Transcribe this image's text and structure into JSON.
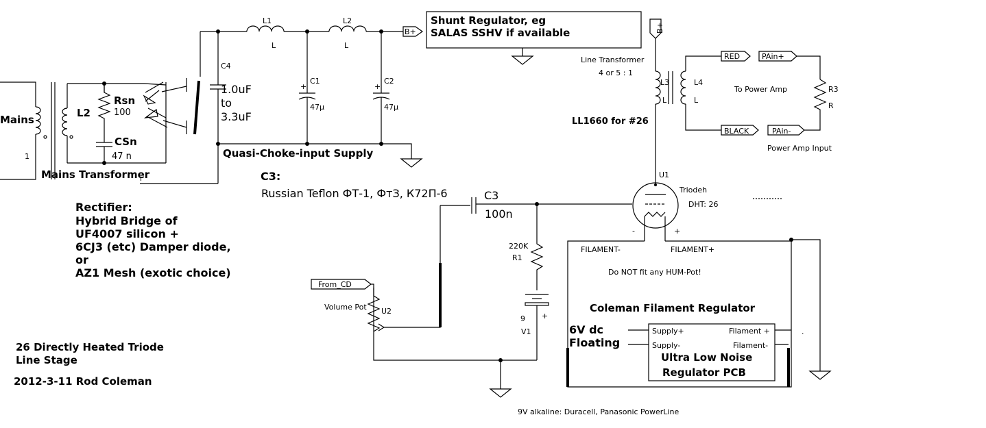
{
  "transformer": {
    "mains_label": "Mains",
    "mains_ratio": "1",
    "secondary_ref": "L2",
    "title": "Mains Transformer",
    "rsn_ref": "Rsn",
    "rsn_value": "100",
    "csn_ref": "CSn",
    "csn_value": "47  n",
    "tiny_mark": "ı"
  },
  "rectifier_notes": [
    "Rectifier:",
    "Hybrid Bridge of",
    "UF4007 silicon +",
    "6CJ3 (etc) Damper diode,",
    "or",
    "AZ1 Mesh (exotic choice)"
  ],
  "supply": {
    "c4_ref": "C4",
    "c4_value_lines": [
      "1.0uF",
      "to",
      "3.3uF"
    ],
    "l1_ref": "L1",
    "l1_type": "L",
    "l2_ref": "L2",
    "l2_type": "L",
    "c1_ref": "C1",
    "c1_value": "47µ",
    "c2_ref": "C2",
    "c2_value": "47µ",
    "bplus": "B+",
    "plus": "+",
    "title": "Quasi-Choke-input Supply"
  },
  "shunt": {
    "line1": "Shunt Regulator, eg",
    "line2": "SALAS SSHV if available"
  },
  "c3_note": {
    "heading": "C3:",
    "text": "Russian Teflon ФТ-1, ФтЗ, К72П-6"
  },
  "coupling": {
    "c3_ref": "C3",
    "c3_value": "100n"
  },
  "bias": {
    "r1_value": "220K",
    "r1_ref": "R1",
    "v1_value": "9",
    "v1_ref": "V1",
    "v1_plus": "+"
  },
  "input": {
    "from_label": "From_CD",
    "pot_label": "Volume Pot",
    "pot_ref": "U2"
  },
  "output": {
    "bplus": "B+",
    "xfmr_title": "Line Transformer",
    "xfmr_ratio": "4 or 5 : 1",
    "l3_ref": "L3",
    "l3_type": "L",
    "l4_ref": "L4",
    "l4_type": "L",
    "part_note": "LL1660 for #26",
    "red_label": "RED",
    "black_label": "BLACK",
    "pa_plus": "PAin+",
    "pa_minus": "PAin-",
    "to_amp": "To Power Amp",
    "r3_ref": "R3",
    "r3_type": "R",
    "amp_input": "Power Amp Input"
  },
  "tube": {
    "ref": "U1",
    "type": "Triodeh",
    "dht": "DHT:  26",
    "minus": "-",
    "plus": "+"
  },
  "filament": {
    "fil_minus": "FILAMENT-",
    "fil_plus": "FILAMENT+",
    "warning": "Do NOT fit any HUM-Pot!",
    "title": "Coleman Filament Regulator",
    "supply_lines": [
      "6V dc",
      "Floating"
    ],
    "supply_plus": "Supply+",
    "supply_minus": "Supply-",
    "out_plus": "Filament +",
    "out_minus": "Filament-",
    "pcb_lines": [
      "Ultra Low Noise",
      "Regulator PCB"
    ],
    "dot_mark": "."
  },
  "footer": {
    "title_lines": [
      "26 Directly Heated Triode",
      "Line Stage"
    ],
    "date_author": "2012-3-11 Rod Coleman",
    "battery_note": "9V alkaline: Duracell, Panasonic PowerLine"
  }
}
